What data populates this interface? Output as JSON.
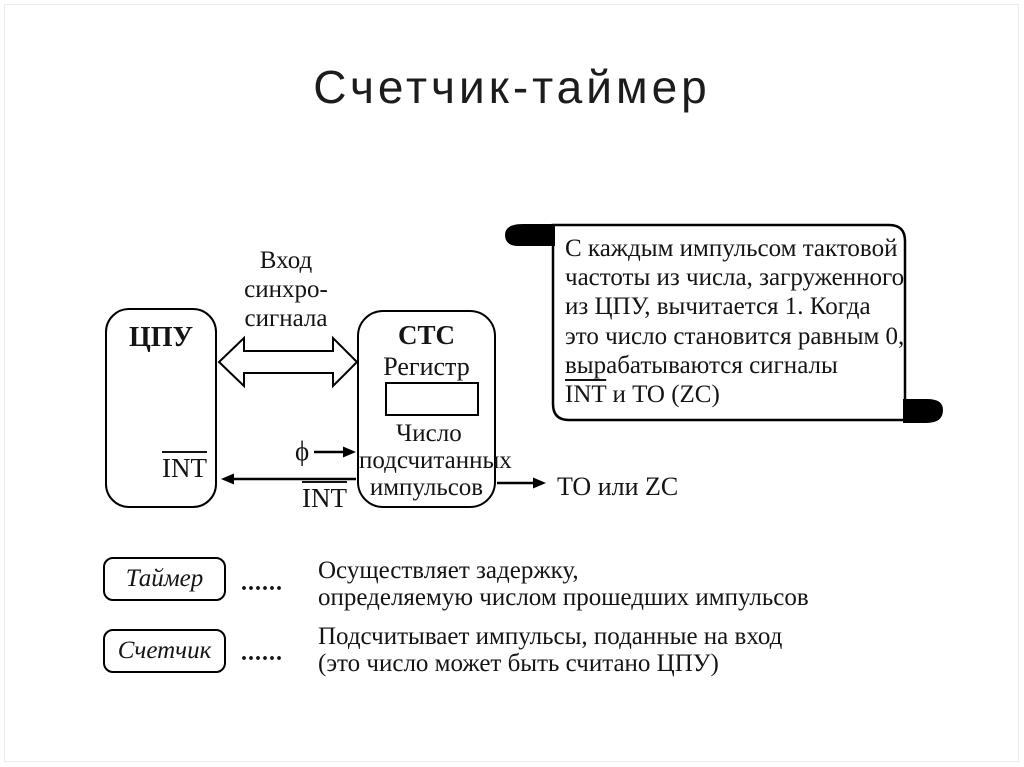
{
  "slide": {
    "title": "Счетчик-таймер"
  },
  "diagram": {
    "cpu": {
      "label": "ЦПУ",
      "int_label": "INT"
    },
    "sync": {
      "line1": "Вход",
      "line2": "синхро-",
      "line3": "сигнала"
    },
    "ctc": {
      "title": "CTC",
      "register": "Регистр",
      "count1": "Число",
      "count2": "подсчитанных",
      "count3": "импульсов"
    },
    "phi": "ϕ",
    "int_label": "INT",
    "to_label": "TO или ZC",
    "note": {
      "line1": "С каждым импульсом тактовой",
      "line2": "частоты из числа, загруженного",
      "line3": "из ЦПУ, вычитается 1. Когда",
      "line4": "это число становится равным 0,",
      "line5": "вырабатываются сигналы",
      "line6_int": "INT",
      "line6_rest": " и TO (ZC)"
    }
  },
  "legend": {
    "timer": {
      "label": "Таймер",
      "dots": "......",
      "desc1": "Осуществляет задержку,",
      "desc2": "определяемую числом прошедших импульсов"
    },
    "counter": {
      "label": "Счетчик",
      "dots": "......",
      "desc1": "Подсчитывает импульсы, поданные на вход",
      "desc2": "(это число может быть считано ЦПУ)"
    }
  }
}
